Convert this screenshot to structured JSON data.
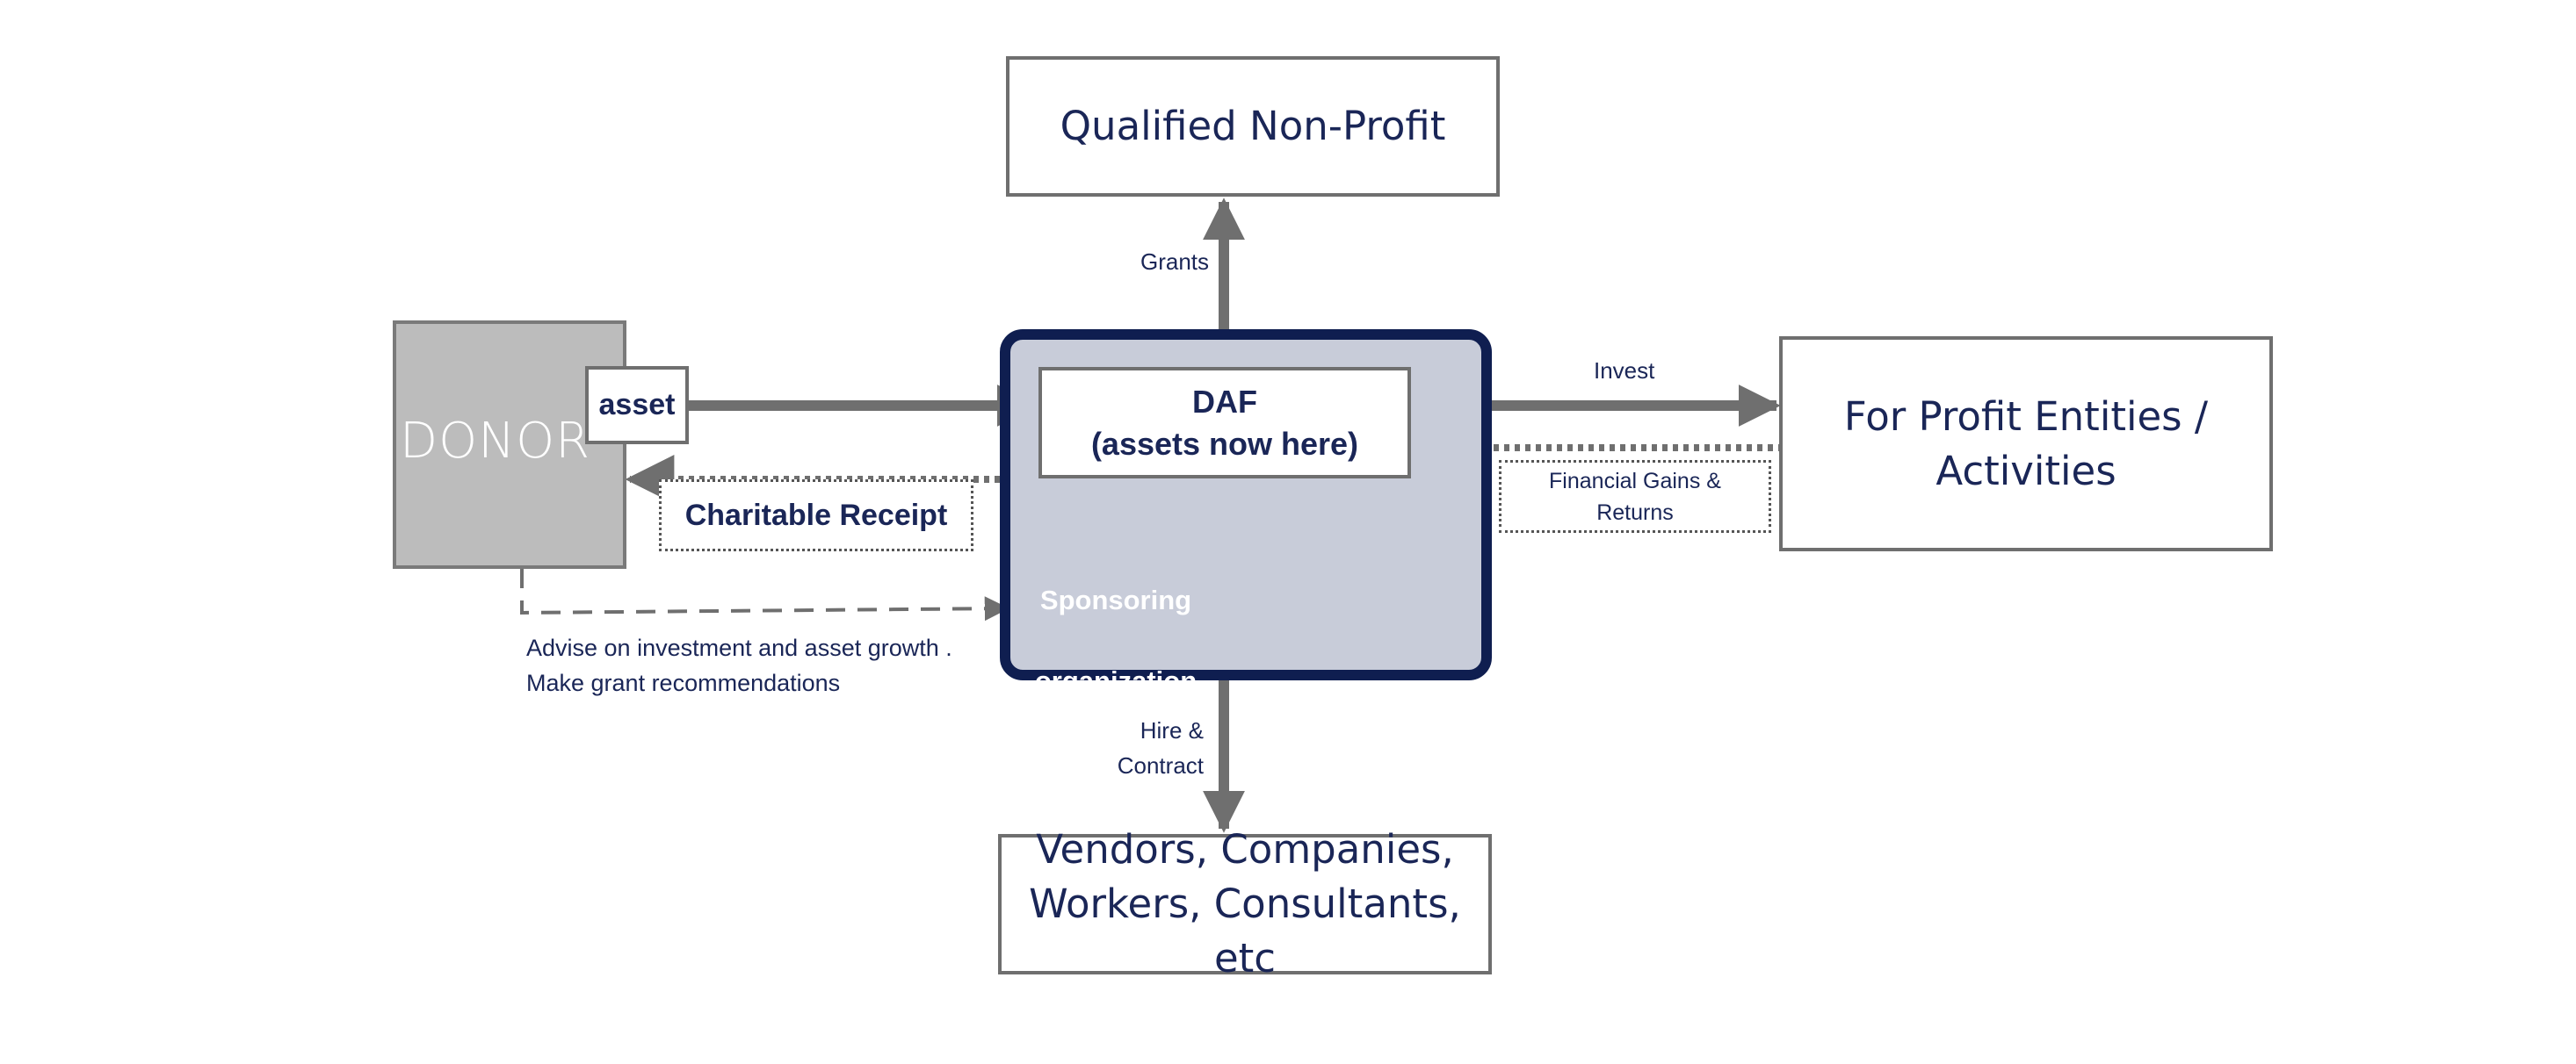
{
  "nodes": {
    "nonprofit": "Qualified Non-Profit",
    "for_profit_line1": "For Profit Entities /",
    "for_profit_line2": "Activities",
    "vendors_line1": "Vendors, Companies,",
    "vendors_line2": "Workers, Consultants, etc",
    "donor": "DONOR",
    "asset": "asset",
    "daf_line1": "DAF",
    "daf_line2": "(assets now here)",
    "sponsoring_line1": "Sponsoring",
    "sponsoring_line2": "organization",
    "charitable_receipt": "Charitable Receipt",
    "gains_line1": "Financial Gains &",
    "gains_line2": "Returns"
  },
  "labels": {
    "grants": "Grants",
    "invest": "Invest",
    "hire_line1": "Hire &",
    "hire_line2": "Contract",
    "advise_line1": "Advise on investment and asset growth .",
    "advise_line2": "Make grant recommendations"
  },
  "colors": {
    "navy": "#0f1e50",
    "text_navy": "#1a2657",
    "arrow_gray": "#6f6f6f",
    "donor_gray": "#bcbcbc",
    "sponsor_fill": "#c8ccd9"
  }
}
